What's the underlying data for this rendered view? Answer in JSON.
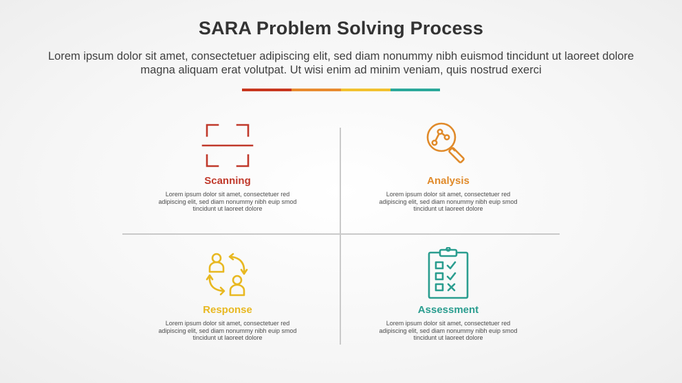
{
  "header": {
    "title": "SARA Problem Solving Process",
    "subtitle": "Lorem ipsum dolor sit amet, consectetuer adipiscing elit, sed diam nonummy nibh euismod tincidunt ut laoreet dolore magna aliquam erat volutpat. Ut wisi enim ad minim veniam, quis nostrud exerci"
  },
  "divider_colors": [
    "#c8361e",
    "#e88a2e",
    "#f2c12e",
    "#2aa89a"
  ],
  "quadrants": [
    {
      "title": "Scanning",
      "color": "#c0392b",
      "icon": "scan-frame-icon",
      "text": "Lorem ipsum dolor sit amet, consectetuer red adipiscing elit, sed diam nonummy nibh euip smod tincidunt ut laoreet dolore"
    },
    {
      "title": "Analysis",
      "color": "#e08a2a",
      "icon": "magnifier-analysis-icon",
      "text": "Lorem ipsum dolor sit amet, consectetuer red adipiscing elit, sed diam nonummy nibh euip smod tincidunt ut laoreet dolore"
    },
    {
      "title": "Response",
      "color": "#e8b821",
      "icon": "people-exchange-icon",
      "text": "Lorem ipsum dolor sit amet, consectetuer red adipiscing elit, sed diam nonummy nibh euip smod tincidunt ut laoreet dolore"
    },
    {
      "title": "Assessment",
      "color": "#2a9d8f",
      "icon": "clipboard-checklist-icon",
      "text": "Lorem ipsum dolor sit amet, consectetuer red adipiscing elit, sed diam nonummy nibh euip smod tincidunt ut laoreet dolore"
    }
  ]
}
